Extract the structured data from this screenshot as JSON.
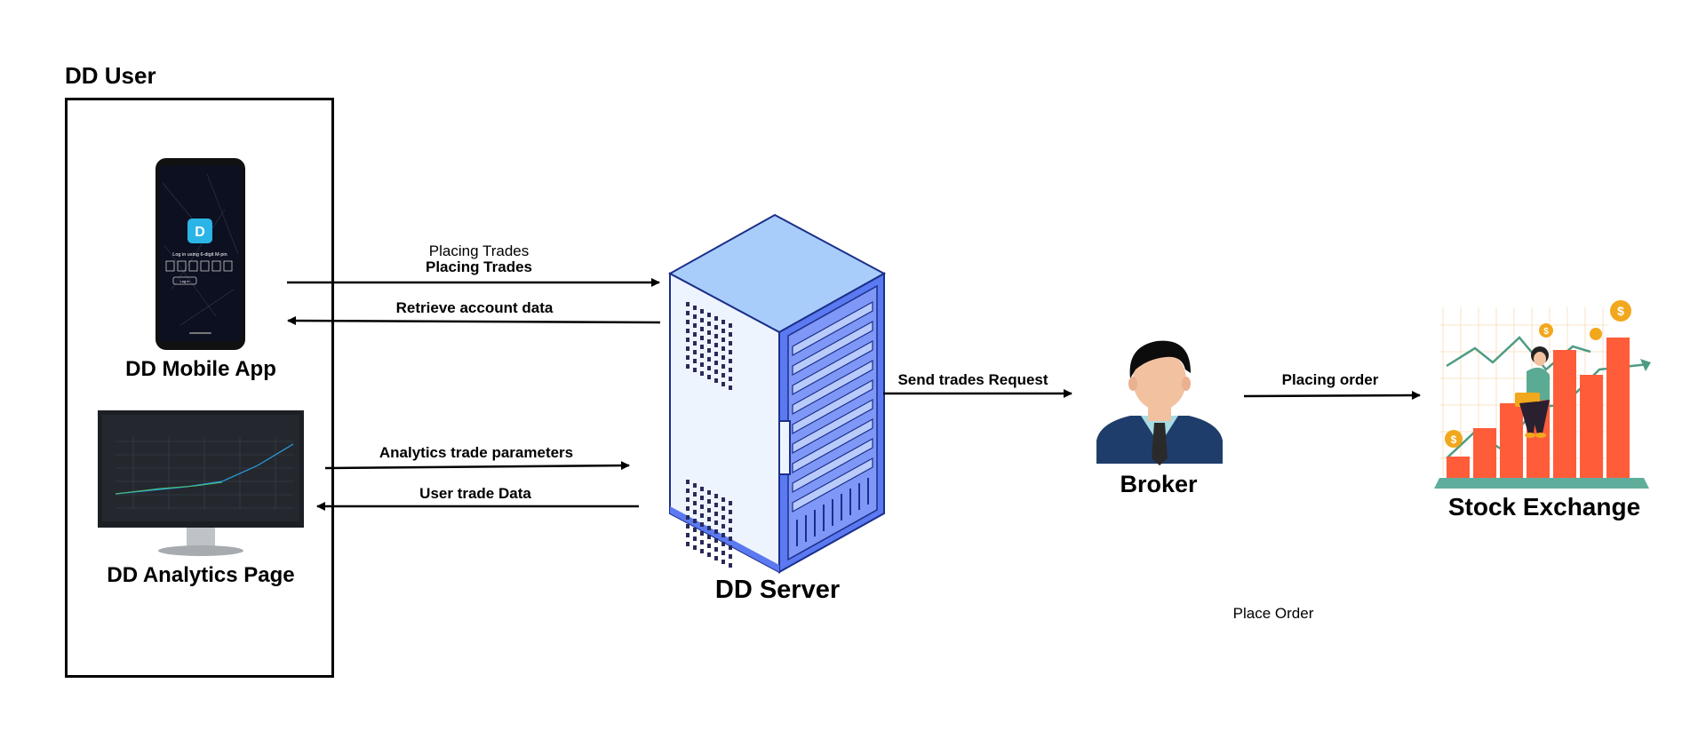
{
  "user_box": {
    "title": "DD User"
  },
  "mobile_app": {
    "label": "DD Mobile App",
    "screen_text": "Log in using 6-digit M-pin",
    "button_text": "Log in",
    "icon": "smartphone-icon"
  },
  "analytics_page": {
    "label": "DD Analytics Page",
    "icon": "monitor-icon"
  },
  "server": {
    "label": "DD Server",
    "icon": "server-rack-icon"
  },
  "broker": {
    "label": "Broker",
    "icon": "broker-person-icon"
  },
  "stock_exchange": {
    "label": "Stock Exchange",
    "icon": "stock-chart-icon"
  },
  "arrows": {
    "placing_trades_1": "Placing Trades",
    "placing_trades_2": "Placing Trades",
    "retrieve_account": "Retrieve account data",
    "analytics_params": "Analytics trade parameters",
    "user_trade_data": "User trade Data",
    "send_trades": "Send trades Request",
    "placing_order": "Placing order"
  },
  "place_order_note": "Place Order",
  "colors": {
    "server_light": "#a9cdfb",
    "server_blue": "#5b79f0",
    "server_dark": "#1b2f8a",
    "exchange_bar": "#ff5c3a",
    "exchange_base": "#5fae9c",
    "coin": "#f2a81d"
  }
}
